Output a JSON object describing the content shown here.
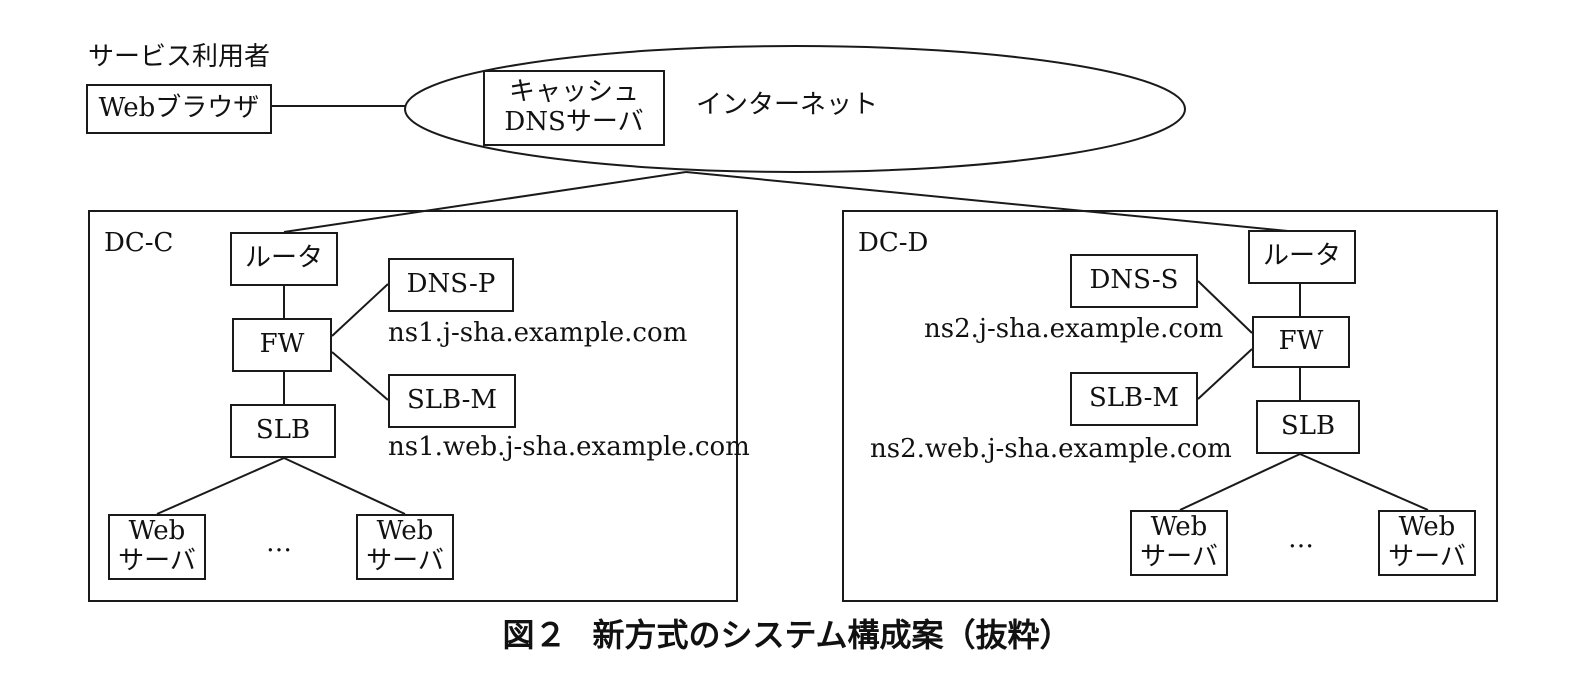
{
  "users": {
    "label": "サービス利用者",
    "browser": "Webブラウザ"
  },
  "internet": {
    "label": "インターネット",
    "cache_dns": [
      "キャッシュ",
      "DNSサーバ"
    ]
  },
  "dc_c": {
    "label": "DC-C",
    "router": "ルータ",
    "fw": "FW",
    "slb": "SLB",
    "dns": "DNS-P",
    "dns_host": "ns1.j-sha.example.com",
    "slb_m": "SLB-M",
    "slb_m_host": "ns1.web.j-sha.example.com",
    "web_left": [
      "Web",
      "サーバ"
    ],
    "web_right": [
      "Web",
      "サーバ"
    ],
    "ellipsis": "…"
  },
  "dc_d": {
    "label": "DC-D",
    "router": "ルータ",
    "fw": "FW",
    "slb": "SLB",
    "dns": "DNS-S",
    "dns_host": "ns2.j-sha.example.com",
    "slb_m": "SLB-M",
    "slb_m_host": "ns2.web.j-sha.example.com",
    "web_left": [
      "Web",
      "サーバ"
    ],
    "web_right": [
      "Web",
      "サーバ"
    ],
    "ellipsis": "…"
  },
  "caption": {
    "number": "図２",
    "title": "新方式のシステム構成案（抜粋）"
  }
}
